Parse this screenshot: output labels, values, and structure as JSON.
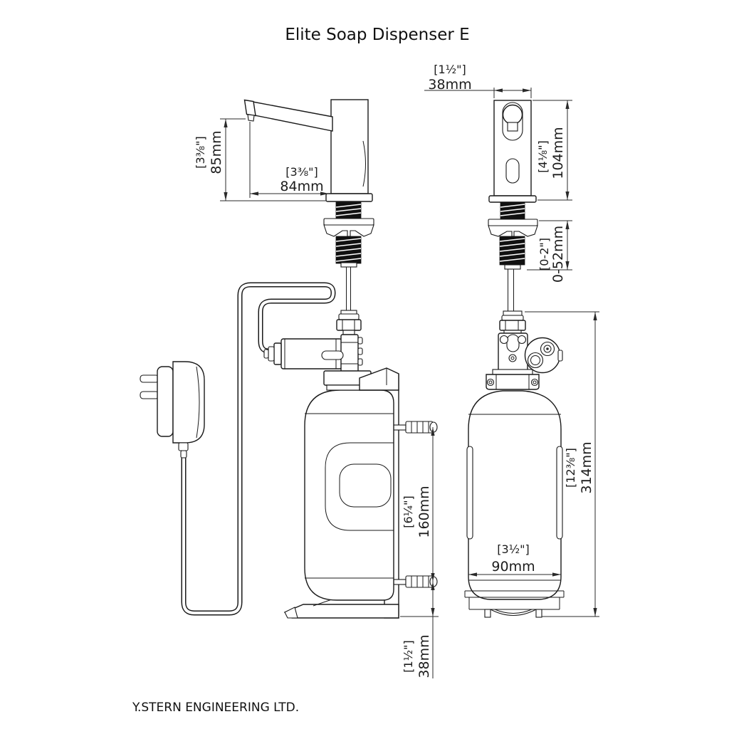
{
  "title": "Elite Soap Dispenser E",
  "footer": "Y.STERN ENGINEERING LTD.",
  "colors": {
    "background": "#ffffff",
    "line": "#1a1a1a",
    "dimension_text": "#1c1c1c",
    "thread_fill": "#111111"
  },
  "dims": {
    "top_width": {
      "in": "[1½\"]",
      "mm": "38mm"
    },
    "spout_height": {
      "in": "[3⅜\"]",
      "mm": "85mm"
    },
    "spout_reach": {
      "in": "[3⅜\"]",
      "mm": "84mm"
    },
    "body_height": {
      "in": "[4⅛\"]",
      "mm": "104mm"
    },
    "mount_range": {
      "in": "[0-2\"]",
      "mm": "0-52mm"
    },
    "total_height": {
      "in": "[12⅜\"]",
      "mm": "314mm"
    },
    "screw_spacing": {
      "in": "[6¼\"]",
      "mm": "160mm"
    },
    "bottle_width": {
      "in": "[3½\"]",
      "mm": "90mm"
    },
    "bottom_offset": {
      "in": "[1½\"]",
      "mm": "38mm"
    }
  }
}
